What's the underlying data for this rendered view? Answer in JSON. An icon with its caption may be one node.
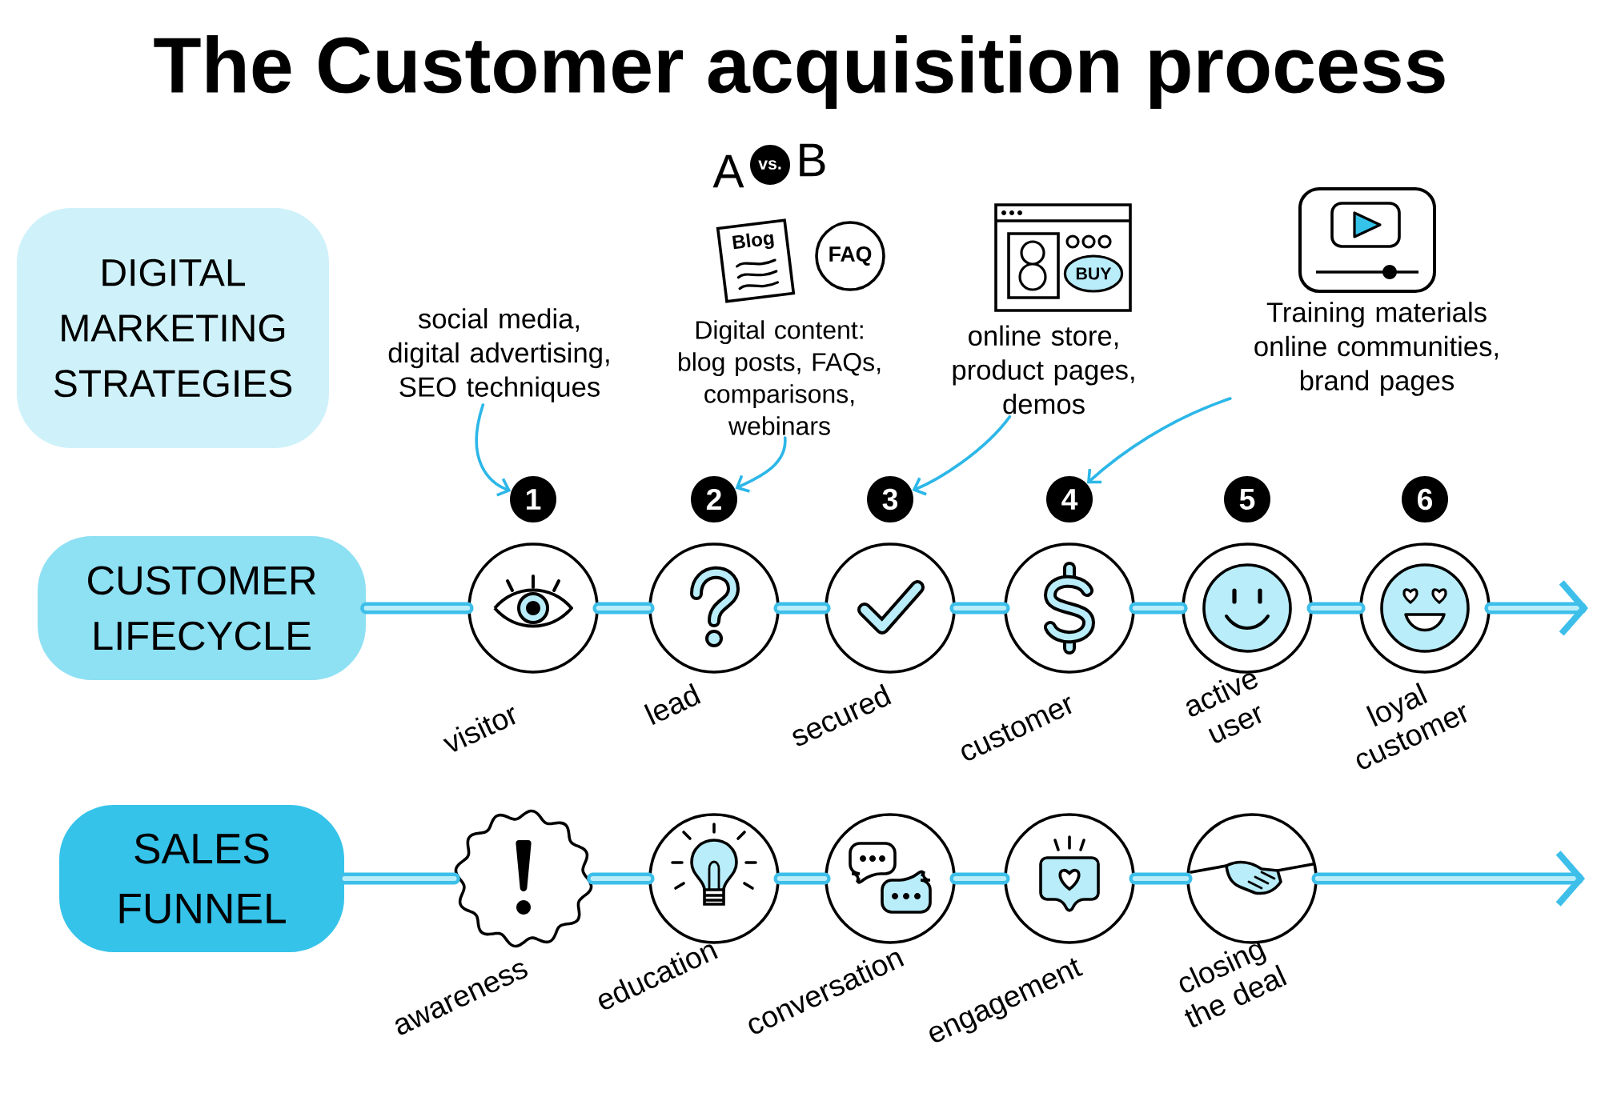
{
  "diagram": {
    "title": "The Customer acquisition process",
    "nodes": [
      {
        "text": [
          "DIGITAL MARKETING STRATEGIES"
        ]
      },
      {
        "text": [
          "social media, digital advertising, SEO techniques"
        ]
      },
      {
        "text": [
          "Digital content: blog posts, FAQs, comparisons, webinars"
        ]
      },
      {
        "text": [
          "online store, product pages, demos"
        ]
      },
      {
        "text": [
          "Training materials online communities, brand pages"
        ]
      },
      {
        "text": [
          "CUSTOMER LIFECYCLE"
        ]
      },
      {
        "text": [
          "1"
        ]
      },
      {
        "text": [
          "2"
        ]
      },
      {
        "text": [
          "3"
        ]
      },
      {
        "text": [
          "4"
        ]
      },
      {
        "text": [
          "5"
        ]
      },
      {
        "text": [
          "6"
        ]
      },
      {
        "text": [],
        "shape": "circle",
        "beside": [
          "visitor"
        ]
      },
      {
        "text": [],
        "shape": "circle",
        "beside": [
          "lead"
        ]
      },
      {
        "text": [],
        "shape": "circle",
        "beside": [
          "secured"
        ]
      },
      {
        "text": [],
        "shape": "circle",
        "beside": [
          "customer"
        ]
      },
      {
        "text": [],
        "shape": "circle",
        "beside": [
          "active user"
        ]
      },
      {
        "text": [],
        "shape": "circle",
        "beside": [
          "loyal customer"
        ]
      },
      {
        "text": [
          "SALES FUNNEL"
        ]
      },
      {
        "text": [],
        "shape": "burst",
        "beside": [
          "awareness"
        ]
      },
      {
        "text": [],
        "shape": "circle",
        "beside": [
          "education"
        ]
      },
      {
        "text": [],
        "shape": "circle",
        "beside": [
          "conversation"
        ]
      },
      {
        "text": [],
        "shape": "circle",
        "beside": [
          "engagement"
        ]
      },
      {
        "text": [],
        "shape": "circle",
        "beside": [
          "closing the deal"
        ]
      }
    ],
    "edges": [
      {
        "from": 1,
        "to": 6,
        "arrow": "to"
      },
      {
        "from": 2,
        "to": 7,
        "arrow": "to"
      },
      {
        "from": 3,
        "to": 8,
        "arrow": "to"
      },
      {
        "from": 4,
        "to": 9,
        "arrow": "to"
      },
      {
        "from": 5,
        "to": 12,
        "arrow": "none"
      },
      {
        "from": 12,
        "to": 13,
        "arrow": "none"
      },
      {
        "from": 13,
        "to": 14,
        "arrow": "none"
      },
      {
        "from": 14,
        "to": 15,
        "arrow": "none"
      },
      {
        "from": 15,
        "to": 16,
        "arrow": "none"
      },
      {
        "from": 16,
        "to": 17,
        "arrow": "none"
      },
      {
        "from": 17,
        "to": null,
        "arrow": "to"
      },
      {
        "from": 18,
        "to": 19,
        "arrow": "none"
      },
      {
        "from": 19,
        "to": 20,
        "arrow": "none"
      },
      {
        "from": 20,
        "to": 21,
        "arrow": "none"
      },
      {
        "from": 21,
        "to": 22,
        "arrow": "none"
      },
      {
        "from": 22,
        "to": 23,
        "arrow": "none"
      },
      {
        "from": 23,
        "to": null,
        "arrow": "to"
      }
    ],
    "labels": [
      "A",
      "vs.",
      "B",
      "Blog",
      "FAQ",
      "BUY"
    ]
  }
}
